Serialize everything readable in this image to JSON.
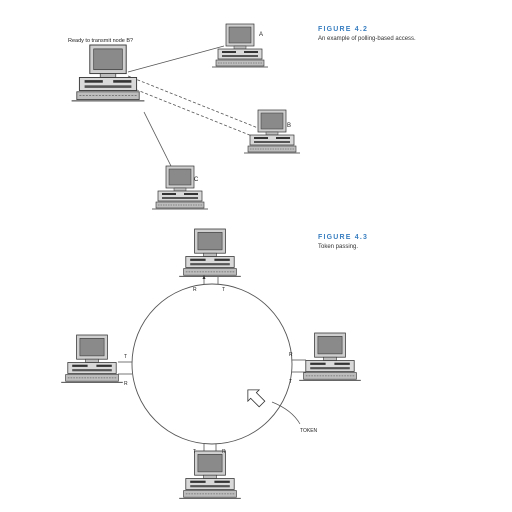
{
  "figure_4_2": {
    "number": "FIGURE 4.2",
    "caption": "An example of polling-based access.",
    "message": "Ready to transmit node B?",
    "nodes": [
      {
        "id": "master",
        "label": ""
      },
      {
        "id": "A",
        "label": "A"
      },
      {
        "id": "B",
        "label": "B"
      },
      {
        "id": "C",
        "label": "C"
      }
    ]
  },
  "figure_4_3": {
    "number": "FIGURE 4.3",
    "caption": "Token passing.",
    "token_label": "TOKEN",
    "nodes": [
      {
        "id": "top",
        "labels": [
          "R",
          "T"
        ]
      },
      {
        "id": "left",
        "labels": [
          "T",
          "R"
        ]
      },
      {
        "id": "right",
        "labels": [
          "R",
          "T"
        ]
      },
      {
        "id": "bottom",
        "labels": [
          "T",
          "R"
        ]
      }
    ]
  },
  "colors": {
    "caption_heading": "#3a7fc1",
    "line": "#555555",
    "device_body": "#d9d9d9",
    "screen": "#8a8a8a"
  }
}
